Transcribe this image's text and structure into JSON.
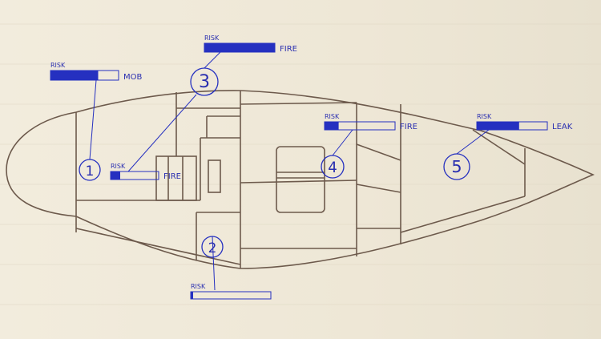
{
  "risk_label": "RISK",
  "colors": {
    "ink": "#2530c0",
    "pencil": "#6d5a4c",
    "paper": "#efe9da"
  },
  "zones": [
    {
      "id": "1",
      "risk_type": "MOB",
      "risk_level": 0.7
    },
    {
      "id": "1b",
      "risk_type": "FIRE",
      "risk_level": 0.2
    },
    {
      "id": "2",
      "risk_type": "",
      "risk_level": 0.03
    },
    {
      "id": "3",
      "risk_type": "FIRE",
      "risk_level": 1.0
    },
    {
      "id": "4",
      "risk_type": "FIRE",
      "risk_level": 0.2
    },
    {
      "id": "5",
      "risk_type": "LEAK",
      "risk_level": 0.6
    }
  ],
  "zone_numbers": [
    "1",
    "2",
    "3",
    "4",
    "5"
  ]
}
